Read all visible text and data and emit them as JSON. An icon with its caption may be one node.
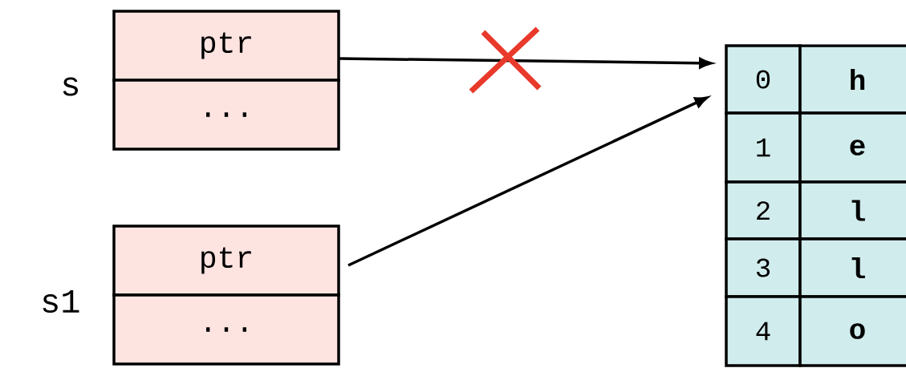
{
  "diagram": {
    "nodes": [
      {
        "text": [
          "ptr"
        ],
        "beside": [
          "s"
        ]
      },
      {
        "text": [
          "..."
        ]
      },
      {
        "text": [
          "ptr"
        ],
        "beside": [
          "s1"
        ]
      },
      {
        "text": [
          "..."
        ]
      },
      {
        "text": [
          "0"
        ]
      },
      {
        "text": [
          "**h**"
        ]
      },
      {
        "text": [
          "1"
        ]
      },
      {
        "text": [
          "**e**"
        ]
      },
      {
        "text": [
          "2"
        ]
      },
      {
        "text": [
          "**l**"
        ]
      },
      {
        "text": [
          "3"
        ]
      },
      {
        "text": [
          "**l**"
        ]
      },
      {
        "text": [
          "4"
        ]
      },
      {
        "text": [
          "**o**"
        ]
      }
    ],
    "edges": [
      {
        "from": 0,
        "to": 4,
        "arrow": "to"
      },
      {
        "from": 2,
        "to": 4,
        "arrow": "to"
      }
    ]
  }
}
